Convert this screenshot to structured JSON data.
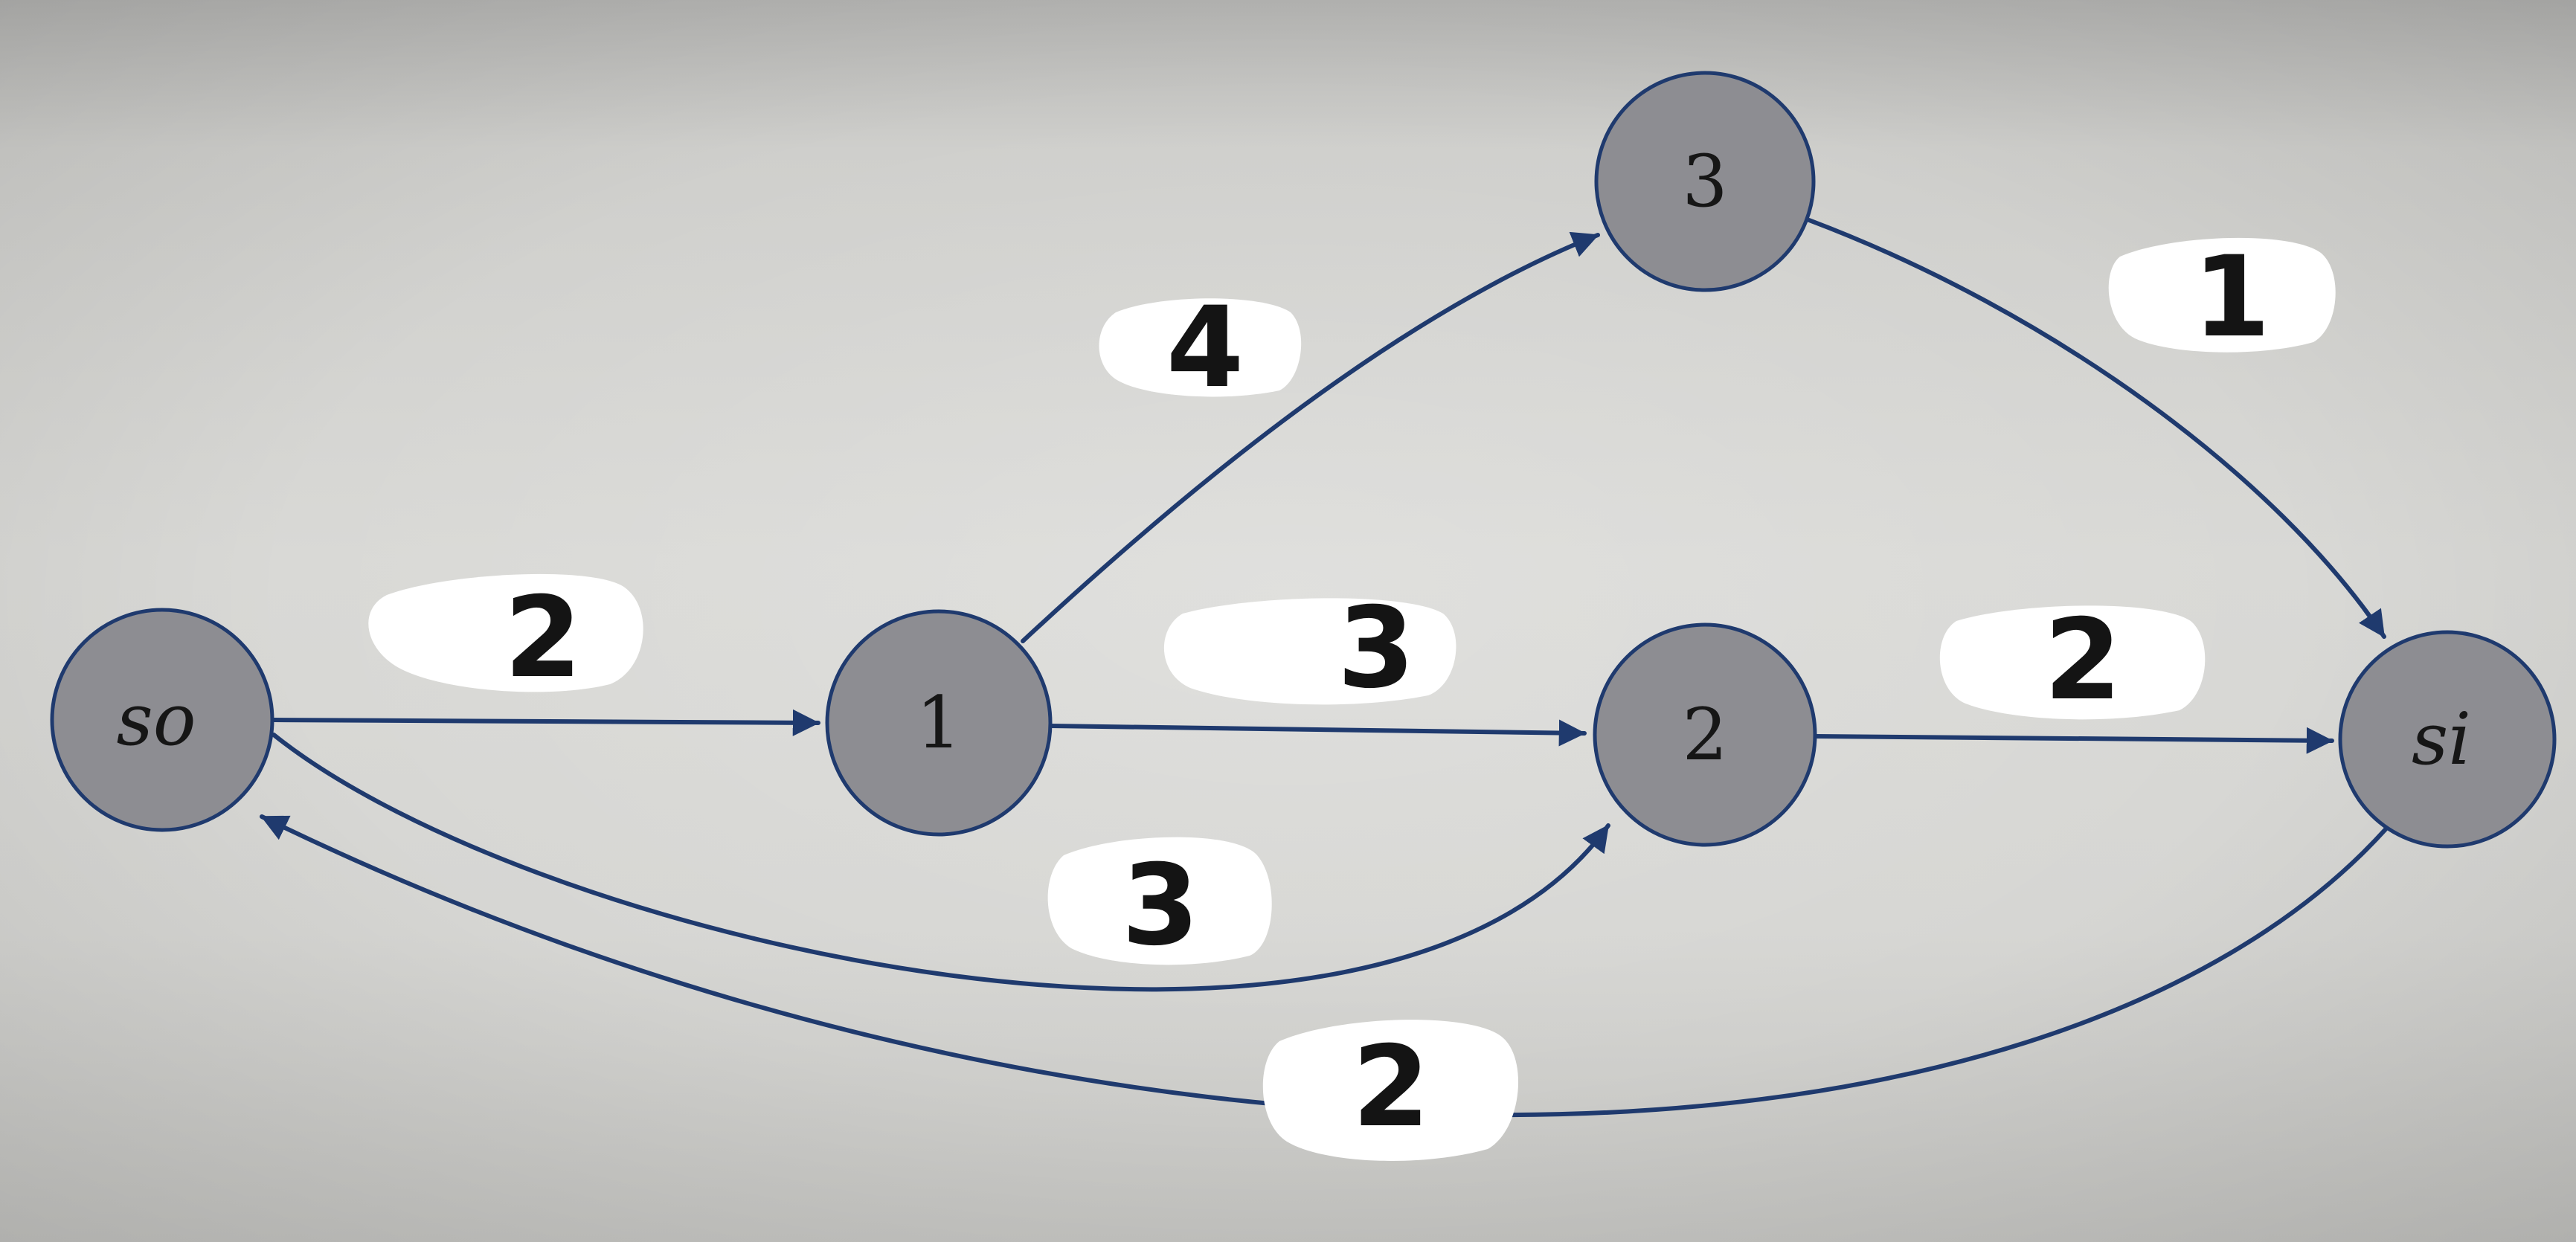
{
  "graph": {
    "nodes": [
      {
        "id": "so",
        "label": "so",
        "italic": true
      },
      {
        "id": "1",
        "label": "1",
        "italic": false
      },
      {
        "id": "3",
        "label": "3",
        "italic": false
      },
      {
        "id": "2",
        "label": "2",
        "italic": false
      },
      {
        "id": "si",
        "label": "si",
        "italic": true
      }
    ],
    "edges": [
      {
        "from": "so",
        "to": "1",
        "weight": "2"
      },
      {
        "from": "1",
        "to": "3",
        "weight": "4"
      },
      {
        "from": "1",
        "to": "2",
        "weight": "3"
      },
      {
        "from": "so",
        "to": "2",
        "weight": "3"
      },
      {
        "from": "3",
        "to": "si",
        "weight": "1"
      },
      {
        "from": "2",
        "to": "si",
        "weight": "2"
      },
      {
        "from": "si",
        "to": "so",
        "weight": "2"
      }
    ]
  },
  "colors": {
    "edge": "#1f3a6e",
    "node_fill": "#8d8d92",
    "label_background": "#ffffff"
  }
}
